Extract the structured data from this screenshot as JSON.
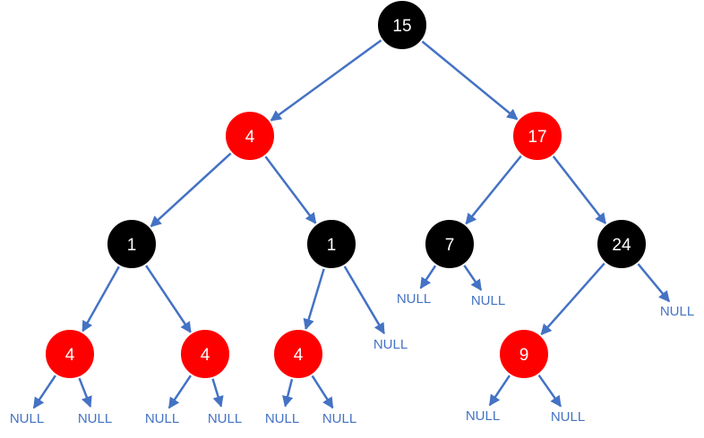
{
  "tree": {
    "colors": {
      "black": "#000000",
      "red": "#FF0000",
      "edge": "#4472C4",
      "null_text": "#4472C4",
      "label_text": "#FFFFFF"
    },
    "nodes": [
      {
        "id": "n15",
        "label": "15",
        "color": "black"
      },
      {
        "id": "n4a",
        "label": "4",
        "color": "red"
      },
      {
        "id": "n17",
        "label": "17",
        "color": "red"
      },
      {
        "id": "n1a",
        "label": "1",
        "color": "black"
      },
      {
        "id": "n1b",
        "label": "1",
        "color": "black"
      },
      {
        "id": "n7",
        "label": "7",
        "color": "black"
      },
      {
        "id": "n24",
        "label": "24",
        "color": "black"
      },
      {
        "id": "n4b",
        "label": "4",
        "color": "red"
      },
      {
        "id": "n4c",
        "label": "4",
        "color": "red"
      },
      {
        "id": "n4d",
        "label": "4",
        "color": "red"
      },
      {
        "id": "n9",
        "label": "9",
        "color": "red"
      }
    ],
    "null_leaves": [
      {
        "id": "null1",
        "label": "NULL"
      },
      {
        "id": "null2",
        "label": "NULL"
      },
      {
        "id": "null3",
        "label": "NULL"
      },
      {
        "id": "null4",
        "label": "NULL"
      },
      {
        "id": "null5",
        "label": "NULL"
      },
      {
        "id": "null6",
        "label": "NULL"
      },
      {
        "id": "null7",
        "label": "NULL"
      },
      {
        "id": "null8",
        "label": "NULL"
      },
      {
        "id": "null9",
        "label": "NULL"
      },
      {
        "id": "null10",
        "label": "NULL"
      },
      {
        "id": "null11",
        "label": "NULL"
      },
      {
        "id": "null12",
        "label": "NULL"
      }
    ],
    "edges": [
      [
        "n15",
        "n4a"
      ],
      [
        "n15",
        "n17"
      ],
      [
        "n4a",
        "n1a"
      ],
      [
        "n4a",
        "n1b"
      ],
      [
        "n17",
        "n7"
      ],
      [
        "n17",
        "n24"
      ],
      [
        "n1a",
        "n4b"
      ],
      [
        "n1a",
        "n4c"
      ],
      [
        "n1b",
        "n4d"
      ],
      [
        "n1b",
        "null8"
      ],
      [
        "n7",
        "null9"
      ],
      [
        "n7",
        "null10"
      ],
      [
        "n24",
        "n9"
      ],
      [
        "n24",
        "null11"
      ],
      [
        "n4b",
        "null1"
      ],
      [
        "n4b",
        "null2"
      ],
      [
        "n4c",
        "null3"
      ],
      [
        "n4c",
        "null4"
      ],
      [
        "n4d",
        "null5"
      ],
      [
        "n4d",
        "null6"
      ],
      [
        "n9",
        "null7"
      ],
      [
        "n9",
        "null12"
      ]
    ]
  }
}
